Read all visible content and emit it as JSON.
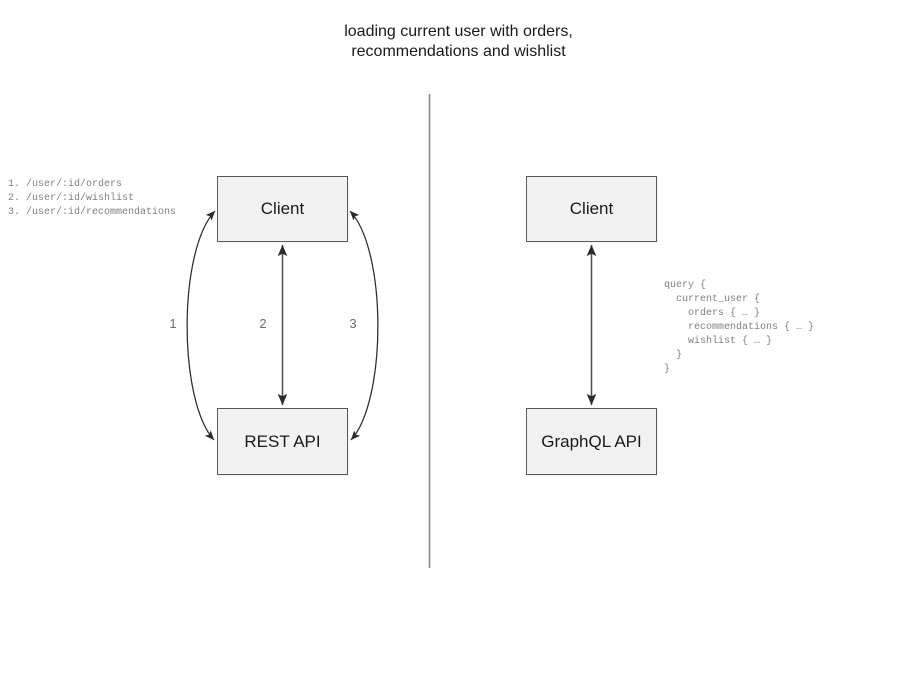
{
  "title": "loading current user with orders,\nrecommendations and wishlist",
  "divider": {
    "name": "vertical-divider",
    "color": "#808080"
  },
  "rest_side": {
    "client_label": "Client",
    "api_label": "REST API",
    "endpoints": "1. /user/:id/orders\n2. /user/:id/wishlist\n3. /user/:id/recommendations",
    "edges": [
      {
        "label": "1",
        "style": "curve-left",
        "arrowheads": "both"
      },
      {
        "label": "2",
        "style": "straight",
        "arrowheads": "both"
      },
      {
        "label": "3",
        "style": "curve-right",
        "arrowheads": "both"
      }
    ]
  },
  "graphql_side": {
    "client_label": "Client",
    "api_label": "GraphQL API",
    "query": "query {\n  current_user {\n    orders { … }\n    recommendations { … }\n    wishlist { … }\n  }\n}",
    "edges": [
      {
        "label": "",
        "style": "straight",
        "arrowheads": "both"
      }
    ]
  },
  "colors": {
    "box_fill": "#f2f2f2",
    "box_border": "#5a5a5a",
    "text": "#1a1a1a",
    "code_text": "#808080",
    "edge_label": "#6e6e6e",
    "arrow": "#2b2b2b"
  }
}
